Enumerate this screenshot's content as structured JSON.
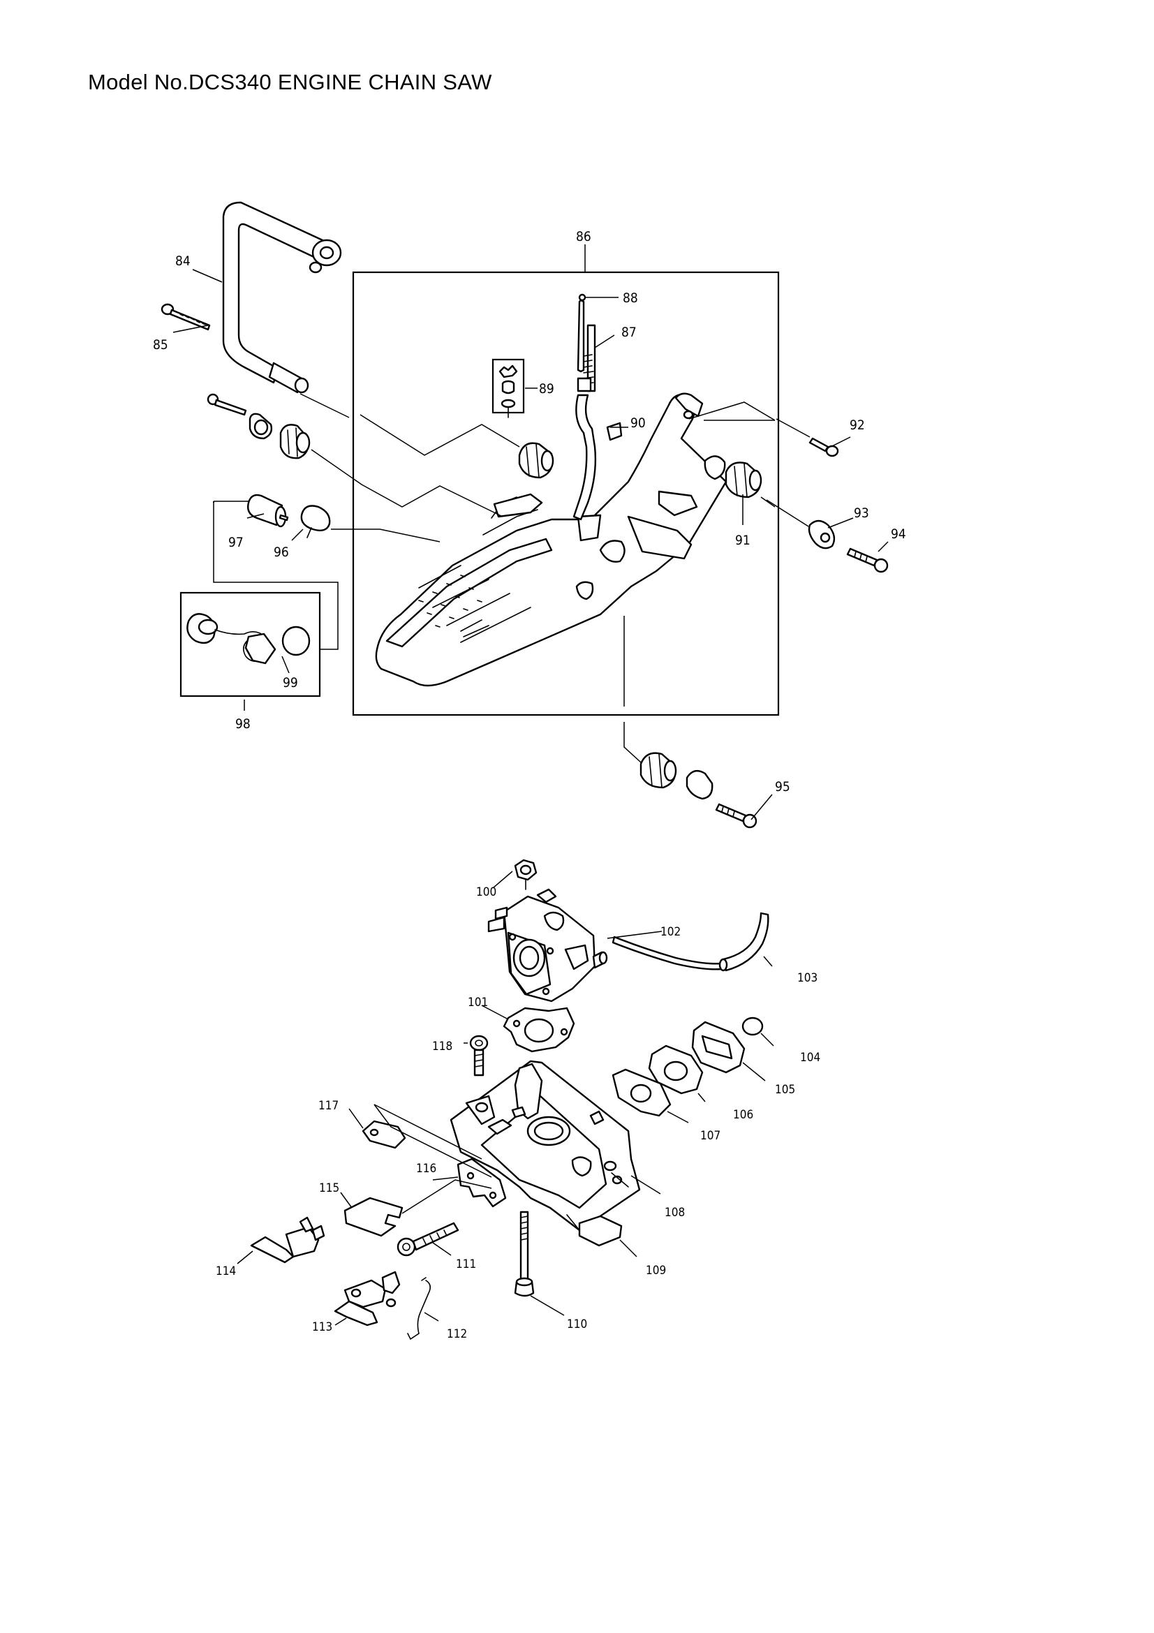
{
  "title": "Model No.DCS340 ENGINE CHAIN SAW",
  "callouts": [
    "84",
    "85",
    "86",
    "87",
    "88",
    "89",
    "90",
    "91",
    "92",
    "93",
    "94",
    "95",
    "96",
    "97",
    "98",
    "99",
    "100",
    "101",
    "102",
    "103",
    "104",
    "105",
    "106",
    "107",
    "108",
    "109",
    "110",
    "111",
    "112",
    "113",
    "114",
    "115",
    "116",
    "117",
    "118"
  ]
}
